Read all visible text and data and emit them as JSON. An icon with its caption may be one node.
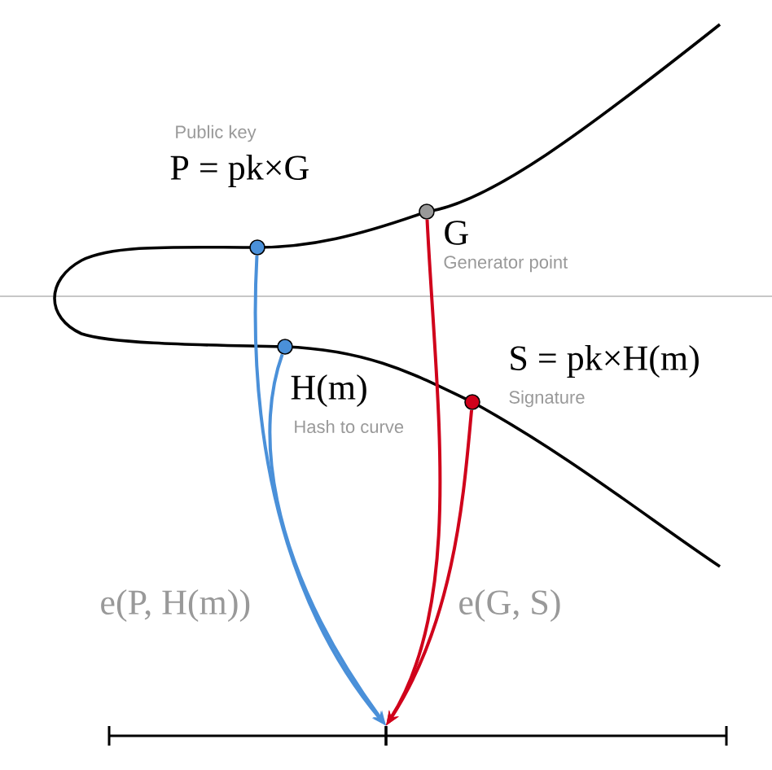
{
  "diagram": {
    "nodes": [
      {
        "text": [],
        "shape": "circle",
        "beside": [
          "Public key",
          "P = pk×G"
        ]
      },
      {
        "text": [],
        "shape": "circle",
        "beside": [
          "H(m)",
          "Hash to curve"
        ]
      },
      {
        "text": [],
        "shape": "circle",
        "beside": [
          "G",
          "Generator point"
        ]
      },
      {
        "text": [],
        "shape": "circle",
        "beside": [
          "S = pk×H(m)",
          "Signature"
        ]
      },
      {
        "text": [],
        "shape": "bar"
      }
    ],
    "edges": [
      {
        "from": 0,
        "to": 4,
        "arrow": "to",
        "color": "#4a90d9",
        "label": "e(P, H(m))"
      },
      {
        "from": 1,
        "to": 4,
        "arrow": "to",
        "color": "#4a90d9"
      },
      {
        "from": 2,
        "to": 4,
        "arrow": "to",
        "color": "#d0021b",
        "label": "e(G, S)"
      },
      {
        "from": 3,
        "to": 4,
        "arrow": "to",
        "color": "#d0021b"
      }
    ]
  }
}
